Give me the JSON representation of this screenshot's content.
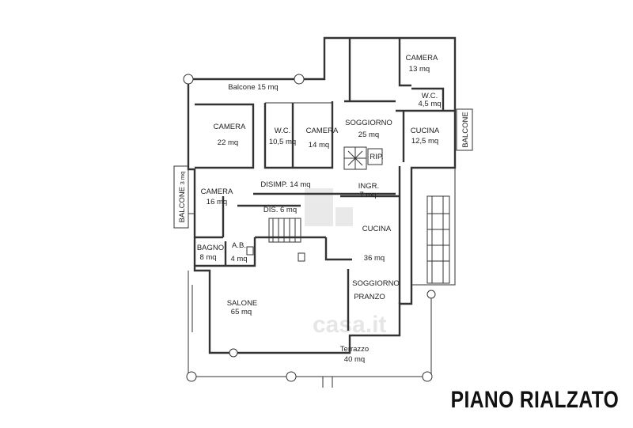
{
  "title": "PIANO RIALZATO",
  "watermark": "casa.it",
  "rooms": [
    {
      "id": "balcone-top",
      "name": "Balcone",
      "area": "15 mq",
      "inline": true
    },
    {
      "id": "camera-top-right",
      "name": "CAMERA",
      "area": "13 mq"
    },
    {
      "id": "wc-small",
      "name": "W.C.",
      "area": "4,5 mq"
    },
    {
      "id": "camera-22",
      "name": "CAMERA",
      "area": "22 mq"
    },
    {
      "id": "wc-10",
      "name": "W.C.",
      "area": "10,5 mq"
    },
    {
      "id": "camera-14",
      "name": "CAMERA",
      "area": "14 mq"
    },
    {
      "id": "soggiorno-25",
      "name": "SOGGIORNO",
      "area": "25 mq"
    },
    {
      "id": "cucina-12",
      "name": "CUCINA",
      "area": "12,5 mq"
    },
    {
      "id": "balcone-right",
      "name": "BALCONE",
      "area": ""
    },
    {
      "id": "rip",
      "name": "RIP.",
      "area": ""
    },
    {
      "id": "balcone-left",
      "name": "BALCONE",
      "area": "3 mq"
    },
    {
      "id": "camera-16",
      "name": "CAMERA",
      "area": "16 mq"
    },
    {
      "id": "disimp",
      "name": "DISIMP.",
      "area": "14 mq",
      "inline": true
    },
    {
      "id": "ingr",
      "name": "INGR.",
      "area": "7 mq"
    },
    {
      "id": "dis",
      "name": "DIS.",
      "area": "6 mq",
      "inline": true
    },
    {
      "id": "cucina-36",
      "name": "CUCINA",
      "area": "36 mq"
    },
    {
      "id": "bagno",
      "name": "BAGNO",
      "area": "8 mq"
    },
    {
      "id": "ab",
      "name": "A.B.",
      "area": "4 mq"
    },
    {
      "id": "soggiorno-pranzo",
      "name": "SOGGIORNO",
      "area": "PRANZO"
    },
    {
      "id": "salone",
      "name": "SALONE",
      "area": "65 mq"
    },
    {
      "id": "terrazzo",
      "name": "Terrazzo",
      "area": "40 mq"
    }
  ]
}
